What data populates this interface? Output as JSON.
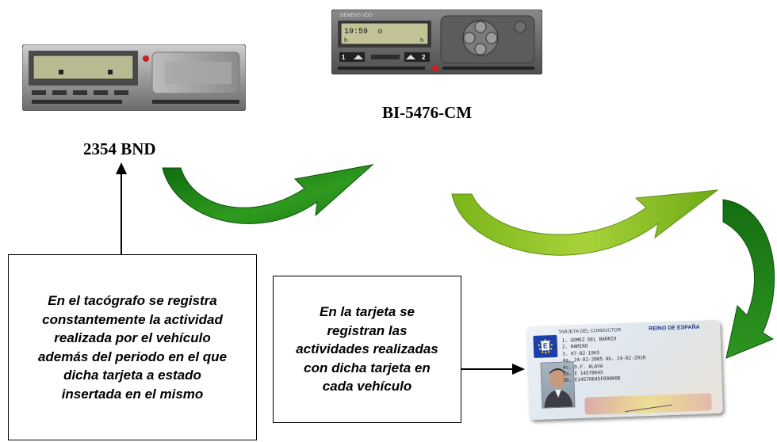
{
  "vehicles": [
    {
      "plate": "2354 BND"
    },
    {
      "plate": "BI-5476-CM",
      "device_brand": "SIEMENS VDO",
      "display_time": "19:59",
      "display_symbol": "⊙",
      "display_line2_left": "h",
      "display_line2_right": "h",
      "slot1_label": "1",
      "slot2_label": "2"
    }
  ],
  "notes": {
    "tachograph": "En el tacógrafo se registra constantemente la actividad realizada por el vehículo además del periodo en el que dicha tarjeta a estado insertada en el mismo",
    "card": "En la tarjeta se registran las actividades realizadas con dicha tarjeta  en cada vehículo"
  },
  "driver_card": {
    "header_left": "TARJETA DEL CONDUCTOR",
    "header_right": "REINO DE ESPAÑA",
    "country_code": "E",
    "fields": [
      "1. GOMEZ DEL BARRIO",
      "2. RAMIRO",
      "3. 07-02-1965",
      "4a. 24-02-2005  4b. 24-02-2010",
      "4c. D.F. ALAVA",
      "5a. E 14570645",
      "5b. E14570645F000000"
    ]
  },
  "colors": {
    "arrow_dark_green": "#117a11",
    "arrow_light_green": "#8cc21f",
    "device_body": "#9a9a9a"
  }
}
